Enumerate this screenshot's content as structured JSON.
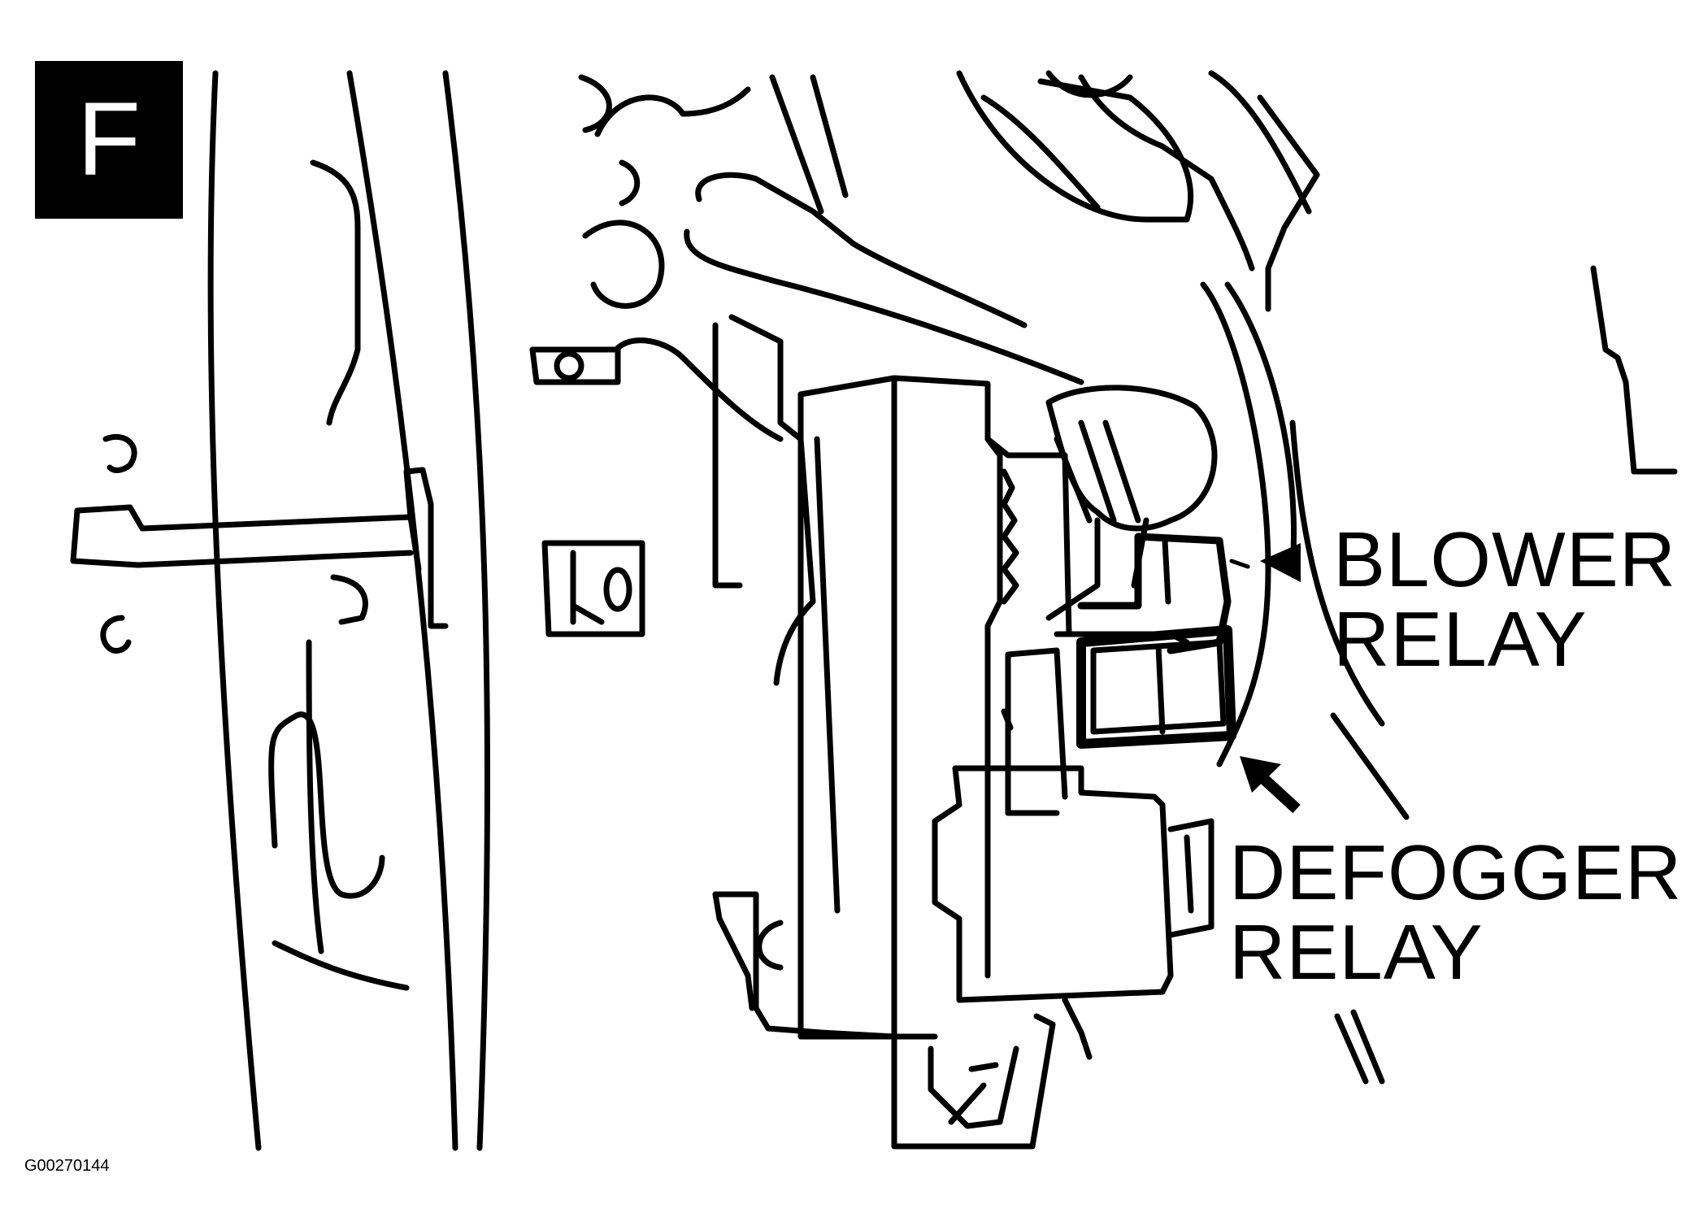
{
  "figure": {
    "panel_letter": "F",
    "code": "G00270144"
  },
  "callouts": {
    "blower": {
      "line1": "BLOWER",
      "line2": "RELAY"
    },
    "defogger": {
      "line1": "DEFOGGER",
      "line2": "RELAY"
    }
  },
  "colors": {
    "ink": "#000000",
    "paper": "#ffffff"
  }
}
